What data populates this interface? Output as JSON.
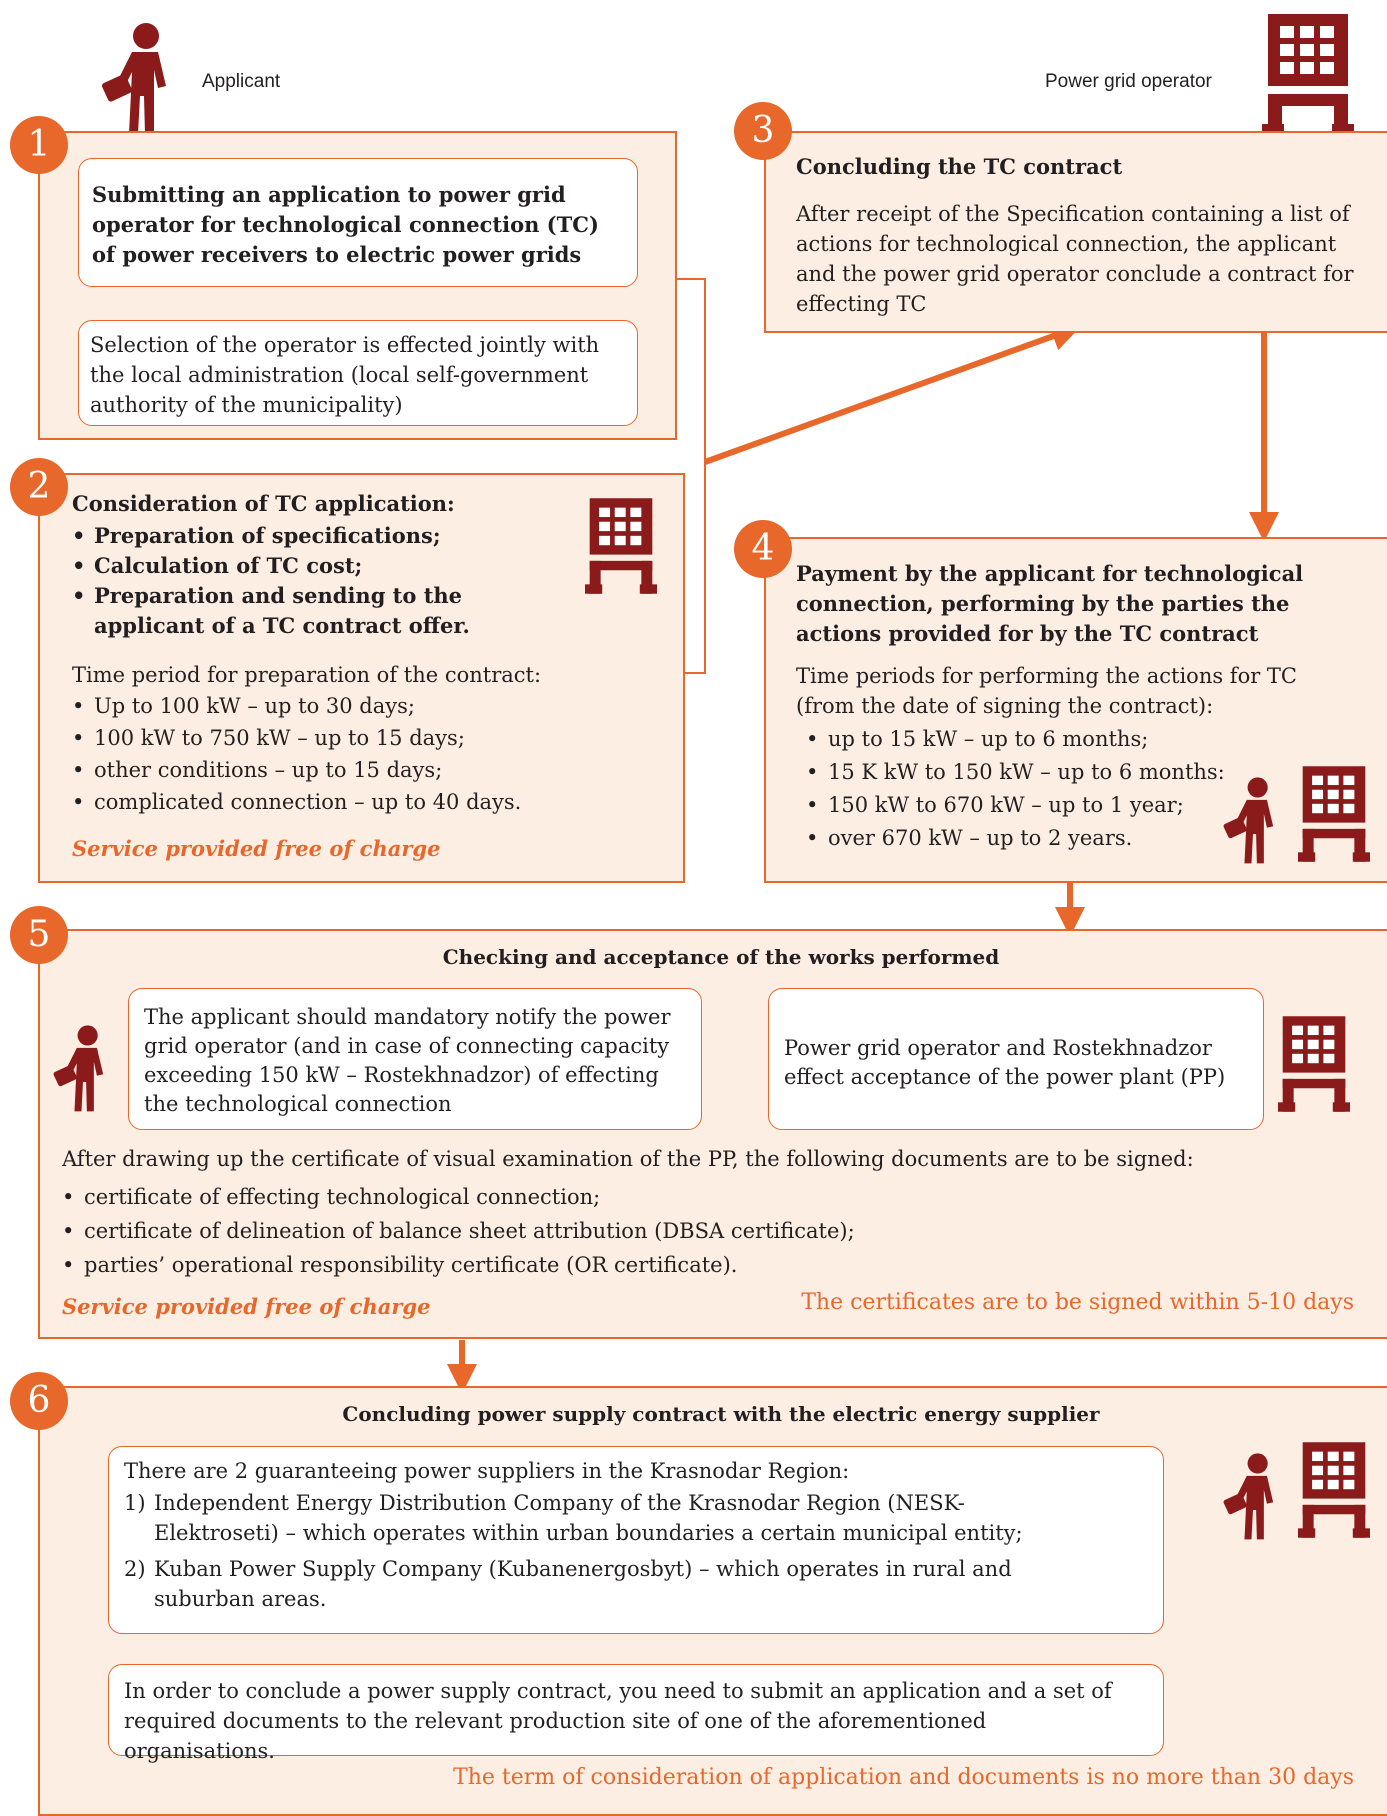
{
  "header": {
    "applicant": "Applicant",
    "operator": "Power grid operator"
  },
  "step1": {
    "number": "1",
    "title": "Submitting an application to power grid operator for technological connection (TC) of power receivers to electric power grids",
    "note": "Selection of the operator is effected jointly with the local administration (local self-government authority of the municipality)"
  },
  "step2": {
    "number": "2",
    "title": "Consideration of TC application:",
    "actions": [
      "Preparation of specifications;",
      "Calculation of TC cost;",
      "Preparation and sending to the applicant of a TC contract offer."
    ],
    "period_title": "Time period for preparation of the contract:",
    "periods": [
      "Up to 100 kW – up to 30 days;",
      "100 kW to 750 kW – up to 15 days;",
      "other conditions – up to 15 days;",
      "complicated connection – up to 40 days."
    ],
    "free": "Service provided free of charge"
  },
  "step3": {
    "number": "3",
    "title": "Concluding the TC contract",
    "text": "After receipt of the Specification containing a list of actions for technological connection, the applicant and the power grid operator conclude a contract for effecting TC"
  },
  "step4": {
    "number": "4",
    "title": "Payment by the applicant for technological connection, performing by the parties the actions provided for by the TC contract",
    "period_title": "Time periods for performing the actions for TC (from the date of signing the contract):",
    "periods": [
      "up to 15 kW – up to 6 months;",
      "15 K kW to 150 kW – up to 6 months:",
      "150 kW to 670 kW – up to 1 year;",
      "over 670 kW – up to 2 years."
    ]
  },
  "step5": {
    "number": "5",
    "title": "Checking and acceptance of the works performed",
    "left_box": "The applicant should mandatory notify the power grid operator (and in case of connecting capacity exceeding 150 kW – Rostekhnadzor) of effecting the technological connection",
    "right_box": "Power grid operator and Rostekhnadzor effect acceptance of the power plant (PP)",
    "intro": "After drawing up the certificate of visual examination of the PP, the following documents are to be signed:",
    "docs": [
      "certificate of effecting technological connection;",
      "certificate of delineation of balance sheet attribution (DBSA certificate);",
      "parties’ operational responsibility certificate (OR certificate)."
    ],
    "free": "Service provided free of charge",
    "term": "The certificates are to be signed within 5-10 days"
  },
  "step6": {
    "number": "6",
    "title": "Concluding power supply contract with the electric energy supplier",
    "intro": "There are 2 guaranteeing power suppliers in the Krasnodar Region:",
    "suppliers": [
      {
        "n": "1)",
        "text": "Independent Energy Distribution Company of the Krasnodar Region (NESK-Elektroseti) – which operates within urban boundaries a certain municipal entity;"
      },
      {
        "n": "2)",
        "text": "Kuban Power Supply Company (Kubanenergosbyt) – which operates in rural and suburban areas."
      }
    ],
    "instruction": "In order to conclude a power supply contract, you need to submit an application and a set of required documents to the relevant production site of one of the aforementioned organisations.",
    "term": "The term of consideration of application and documents is no more than 30 days"
  },
  "colors": {
    "accent": "#e8672a",
    "panel_bg": "#fdeee4",
    "icon": "#8b1a1a",
    "text": "#231f20"
  },
  "icons": [
    "person-icon",
    "building-icon"
  ]
}
